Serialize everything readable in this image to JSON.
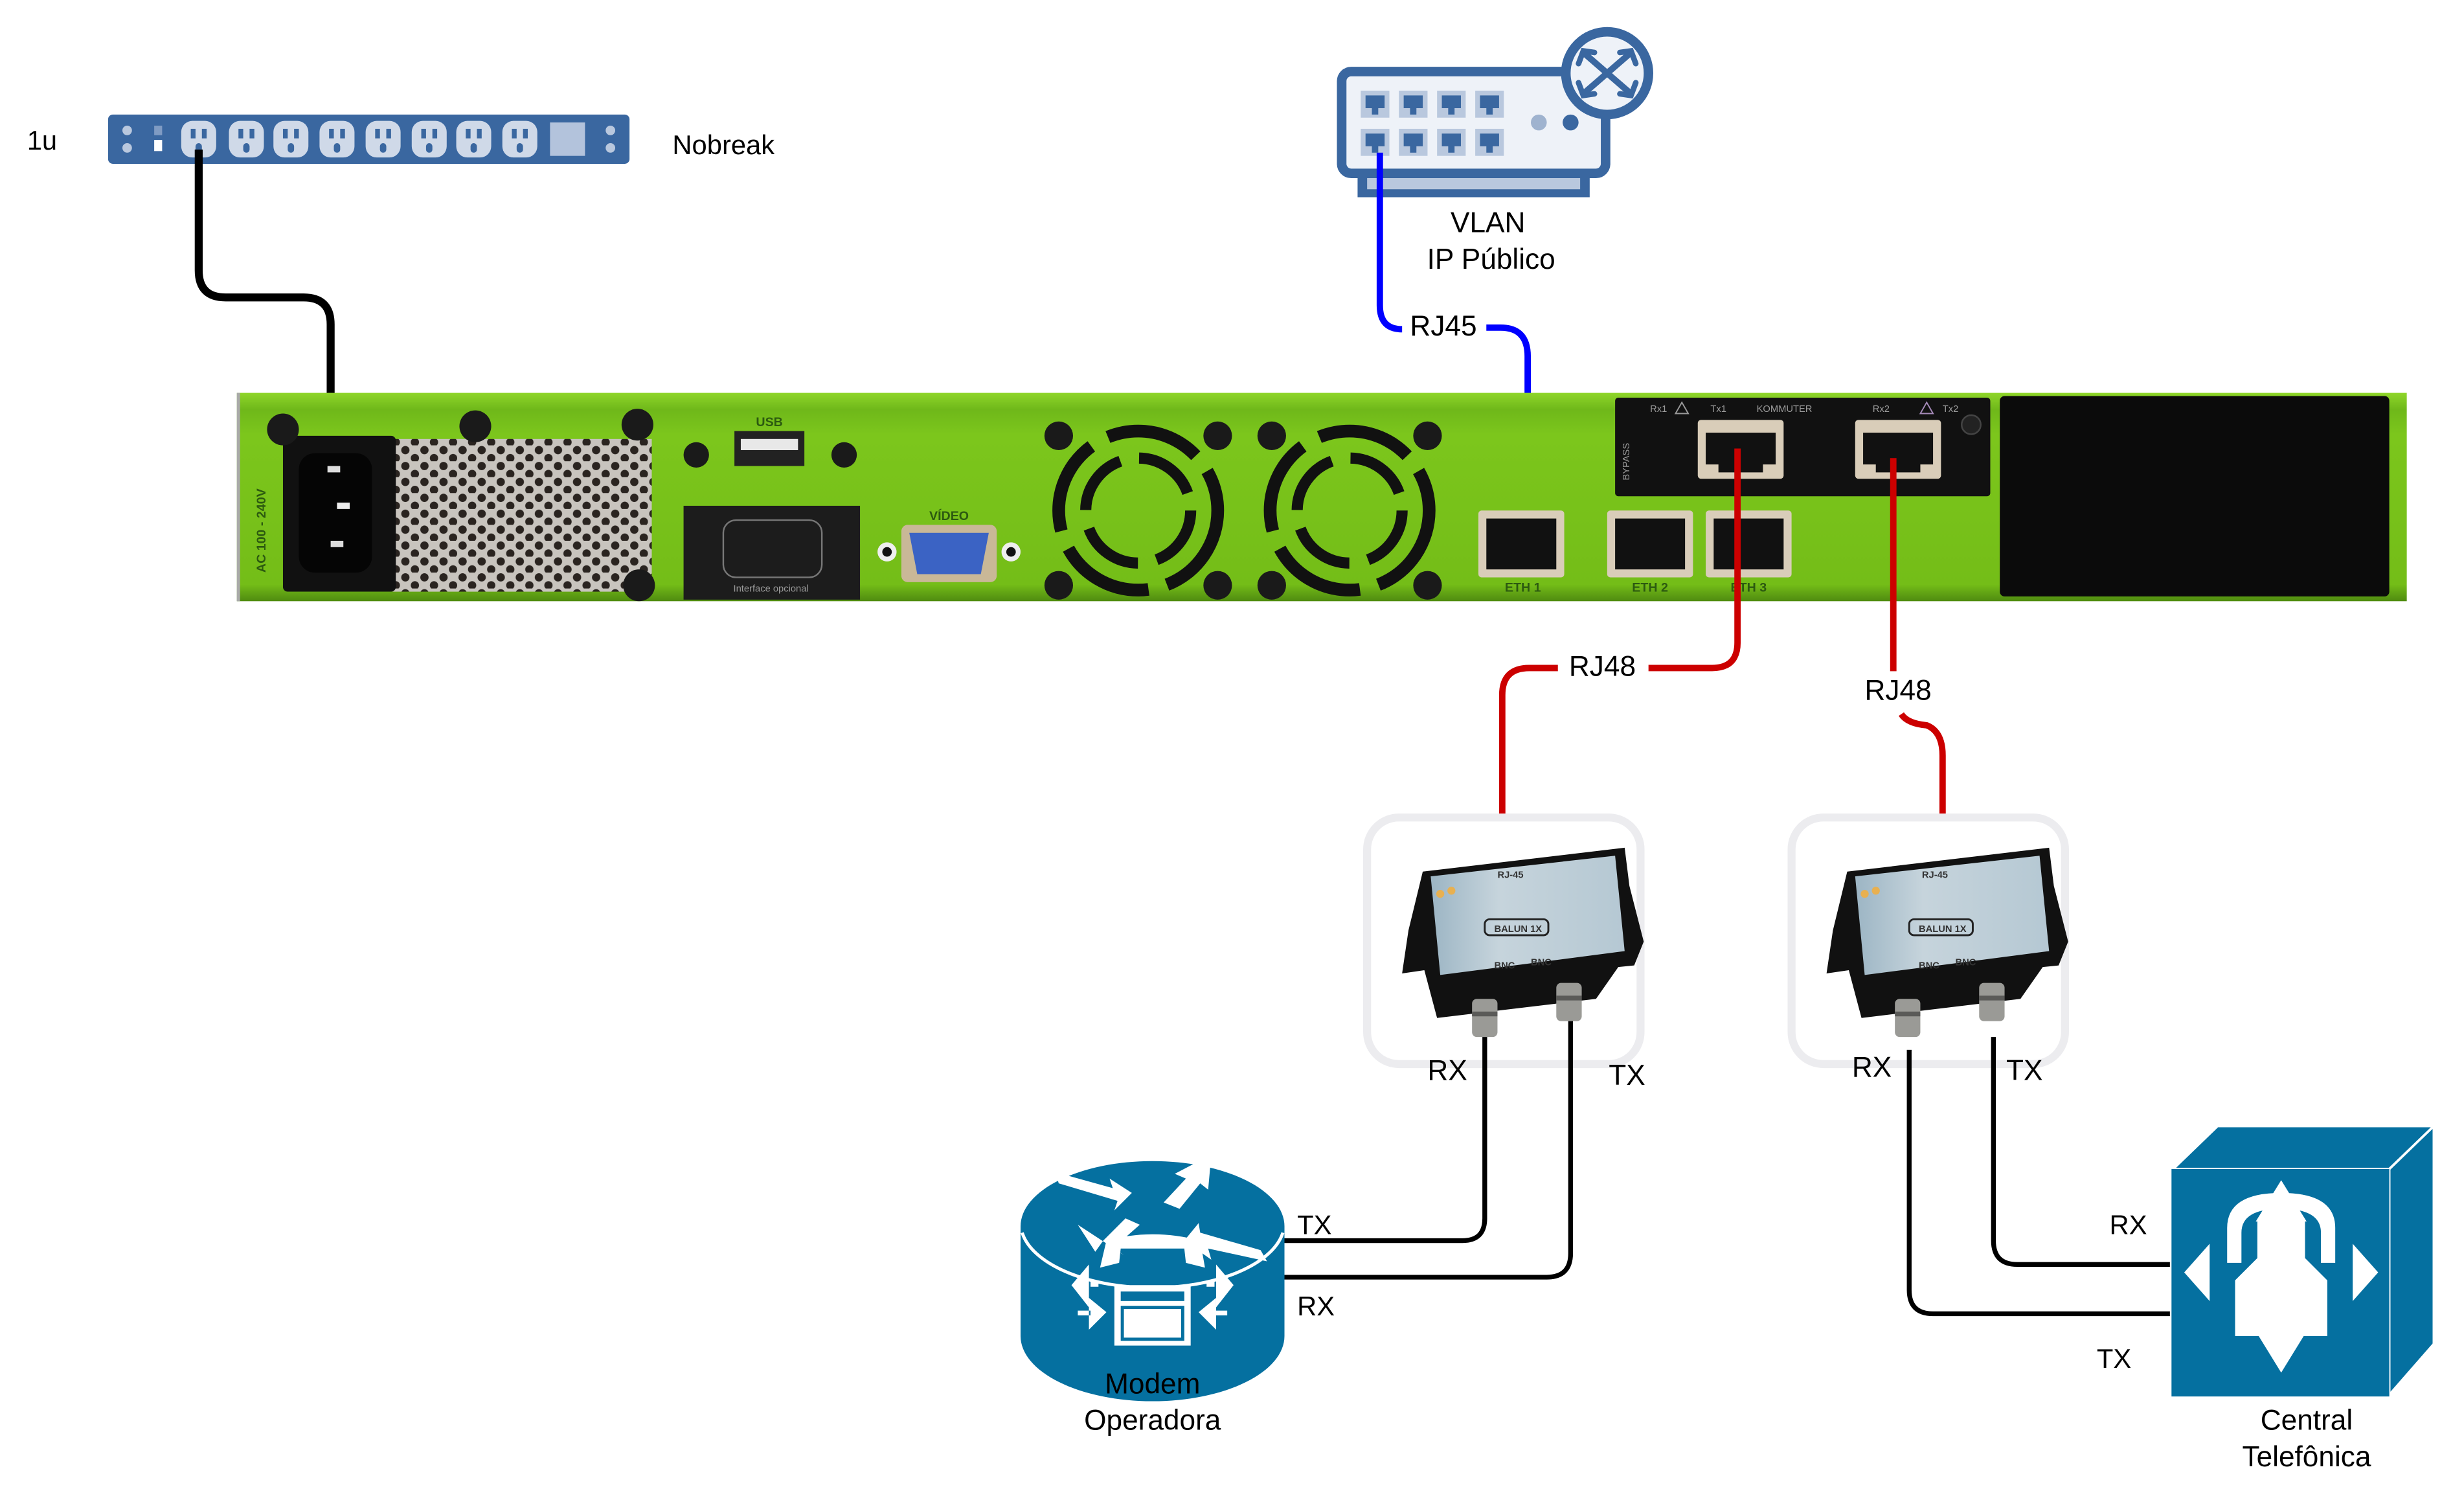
{
  "diagram": {
    "colors": {
      "power_cable": "#000000",
      "rj45_cable": "#0000ff",
      "rj48_cable": "#cc0000",
      "coax_cable": "#000000",
      "chassis_green": "#7cc61c",
      "nobreak_blue": "#3a67a0",
      "cisco_blue": "#0570a0"
    },
    "nobreak": {
      "rack_units": "1u",
      "label": "Nobreak",
      "outlet_count": 8
    },
    "switch": {
      "line1": "VLAN",
      "line2": "IP Público",
      "port_count": 8
    },
    "main_device": {
      "power_label": "AC 100 - 240V",
      "usb_label": "USB",
      "video_label": "VÍDEO",
      "optional_label": "Interface opcional",
      "eth_ports": [
        "ETH 1",
        "ETH 2",
        "ETH 3"
      ],
      "kommuter": {
        "title": "KOMMUTER",
        "bypass": "BYPASS",
        "port1_rx": "Rx1",
        "port1_tx": "Tx1",
        "port2_rx": "Rx2",
        "port2_tx": "Tx2"
      }
    },
    "cables": {
      "rj45": "RJ45",
      "rj48_left": "RJ48",
      "rj48_right": "RJ48"
    },
    "baluns": [
      {
        "model": "BALUN 1X",
        "top": "RJ-45",
        "bnc1": "BNC",
        "bnc2": "BNC",
        "rx": "RX",
        "tx": "TX"
      },
      {
        "model": "BALUN 1X",
        "top": "RJ-45",
        "bnc1": "BNC",
        "bnc2": "BNC",
        "rx": "RX",
        "tx": "TX"
      }
    ],
    "modem": {
      "line1": "Modem",
      "line2": "Operadora",
      "tx": "TX",
      "rx": "RX"
    },
    "pbx": {
      "line1": "Central",
      "line2": "Telefônica",
      "rx": "RX",
      "tx": "TX"
    }
  }
}
